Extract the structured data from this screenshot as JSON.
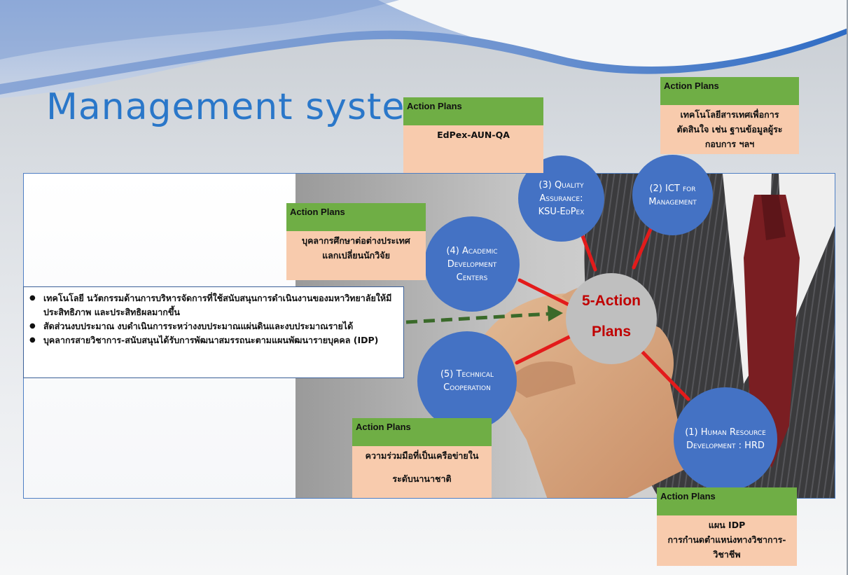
{
  "title": "Management system",
  "center": {
    "line1": "5-Action",
    "line2": "Plans"
  },
  "bullets": [
    "เทคโนโลยี นวัตกรรมด้านการบริหารจัดการที่ใช้สนับสนุนการดำเนินงานของมหาวิทยาลัยให้มีประสิทธิภาพ และประสิทธิผลมากขึ้น",
    "สัดส่วนงบประมาณ งบดำเนินการระหว่างงบประมาณแผ่นดินและงบประมาณรายได้",
    "บุคลากรสายวิชาการ-สนับสนุนได้รับการพัฒนาสมรรถนะตามแผนพัฒนารายบุคคล (IDP)"
  ],
  "strategies": [
    {
      "id": "1",
      "lines": [
        "(1) Human Resource",
        "Development : HRD"
      ]
    },
    {
      "id": "2",
      "lines": [
        "(2) ICT for",
        "Management"
      ]
    },
    {
      "id": "3",
      "lines": [
        "(3) Quality",
        "Assurance:",
        "KSU-EdPex"
      ]
    },
    {
      "id": "4",
      "lines": [
        "(4) Academic",
        "Development",
        "Centers"
      ]
    },
    {
      "id": "5",
      "lines": [
        "(5) Technical",
        "Cooperation"
      ]
    }
  ],
  "action_plans": {
    "qa": {
      "heading": "Action Plans",
      "lines": [
        "EdPex-AUN-QA"
      ]
    },
    "ict": {
      "heading": "Action Plans",
      "lines": [
        "เทคโนโลยีสารเทศเพื่อการ",
        "ตัดสินใจ เช่น ฐานข้อมูลผู้ระ",
        "กอบการ ฯลฯ"
      ]
    },
    "academic": {
      "heading": "Action Plans",
      "lines": [
        "บุคลากรศึกษาต่อต่างประเทศ",
        "แลกเปลี่ยนนักวิจัย"
      ]
    },
    "technical": {
      "heading": "Action Plans",
      "lines": [
        "ความร่วมมือที่เป็นเครือข่ายใน",
        "ระดับนานาชาติ"
      ]
    },
    "hrd": {
      "heading": "Action Plans",
      "lines": [
        "แผน IDP",
        "การกำนดตำแหน่งทางวิชาการ-",
        "วิชาชีพ"
      ]
    }
  },
  "colors": {
    "title": "#2a77c9",
    "circle": "#4472c4",
    "center_text": "#c00000",
    "header_green": "#6fae45",
    "body_peach": "#f8cbad",
    "connector": "#e31b1b",
    "arrow": "#3a6a2a"
  }
}
